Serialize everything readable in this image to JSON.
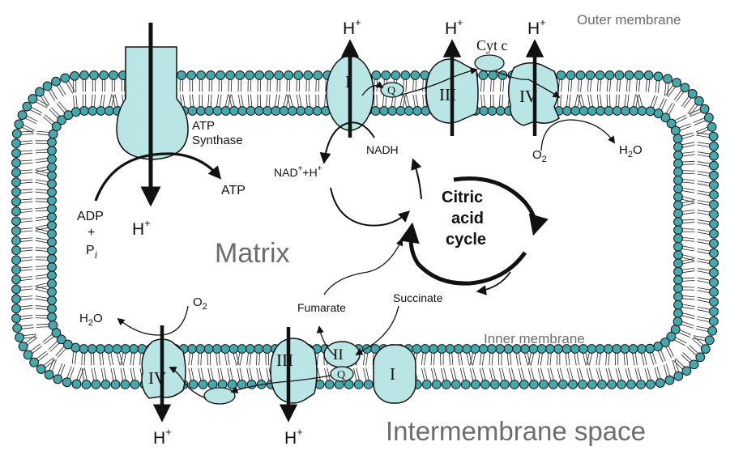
{
  "colors": {
    "head_fill": "#45a8ad",
    "head_stroke": "#111111",
    "protein_fill": "#b9e6e5",
    "stroke": "#111111",
    "muted_text": "#6d6d6d"
  },
  "labels": {
    "outer_membrane": "Outer membrane",
    "inner_membrane": "Inner membrane",
    "matrix": "Matrix",
    "intermembrane_space": "Intermembrane space",
    "atp_synthase_line1": "ATP",
    "atp_synthase_line2": "Synthase",
    "atp": "ATP",
    "adp": "ADP",
    "plus": "+",
    "pi": "P",
    "pi_sub": "i",
    "nadh": "NADH",
    "nad_main": "NAD",
    "nad_sup": "+",
    "nad_plus_h": "+H",
    "nad_h_sup": "+",
    "citric_line1": "Citric",
    "citric_line2": "acid",
    "citric_line3": "cycle",
    "fumarate": "Fumarate",
    "succinate": "Succinate",
    "cyt_c": "Cyt c",
    "h": "H",
    "h_sup": "+",
    "water_h": "H",
    "water_2": "2",
    "water_o": "O",
    "oxygen_o": "O",
    "oxygen_2": "2",
    "complex_I": "I",
    "complex_II": "II",
    "complex_III": "III",
    "complex_IV": "IV",
    "quinone": "Q"
  }
}
